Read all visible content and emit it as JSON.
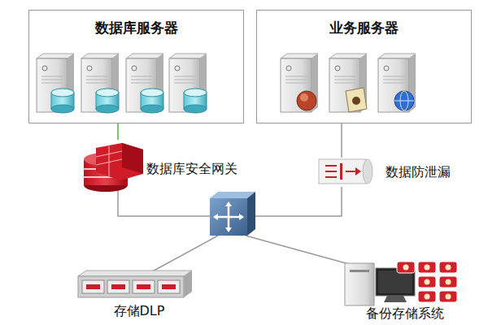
{
  "diagram": {
    "nodes": [
      {
        "text": [
          "数据库服务器"
        ]
      },
      {
        "text": [
          "业务服务器"
        ]
      },
      {
        "text": [
          "数据库安全网关"
        ]
      },
      {
        "text": [
          "数据防泄漏"
        ]
      },
      {
        "text": [
          "存储DLP"
        ]
      },
      {
        "text": [
          "备份存储系统"
        ]
      }
    ],
    "edges": [
      {
        "from": 0,
        "to": 2,
        "arrow": "none"
      },
      {
        "from": 1,
        "to": 3,
        "arrow": "none"
      }
    ]
  }
}
